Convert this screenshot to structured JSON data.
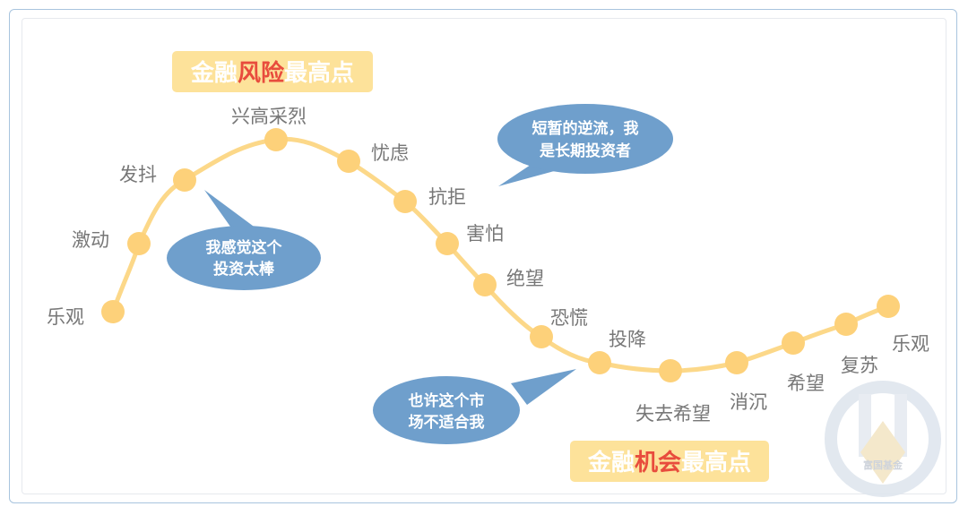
{
  "banner_top": {
    "part1": "金融",
    "part2": "风险",
    "part3": "最高点"
  },
  "banner_bottom": {
    "part1": "金融",
    "part2": "机会",
    "part3": "最高点"
  },
  "cycle_labels": [
    "乐观",
    "激动",
    "发抖",
    "兴高采烈",
    "忧虑",
    "抗拒",
    "害怕",
    "绝望",
    "恐慌",
    "投降",
    "失去希望",
    "消沉",
    "希望",
    "复苏",
    "乐观"
  ],
  "bubbles": {
    "a": {
      "line1": "我感觉这个",
      "line2": "投资太棒"
    },
    "b": {
      "line1": "短暂的逆流，我",
      "line2": "是长期投资者"
    },
    "c": {
      "line1": "也许这个市",
      "line2": "场不适合我"
    }
  },
  "watermark": "富国基金",
  "colors": {
    "curve": "#fcd889",
    "dot": "#fdd17a",
    "banner_bg": "#fde29a",
    "banner_text": "#ffffff",
    "banner_highlight": "#e84c3d",
    "bubble": "#6f9fcc",
    "label": "#777777"
  }
}
